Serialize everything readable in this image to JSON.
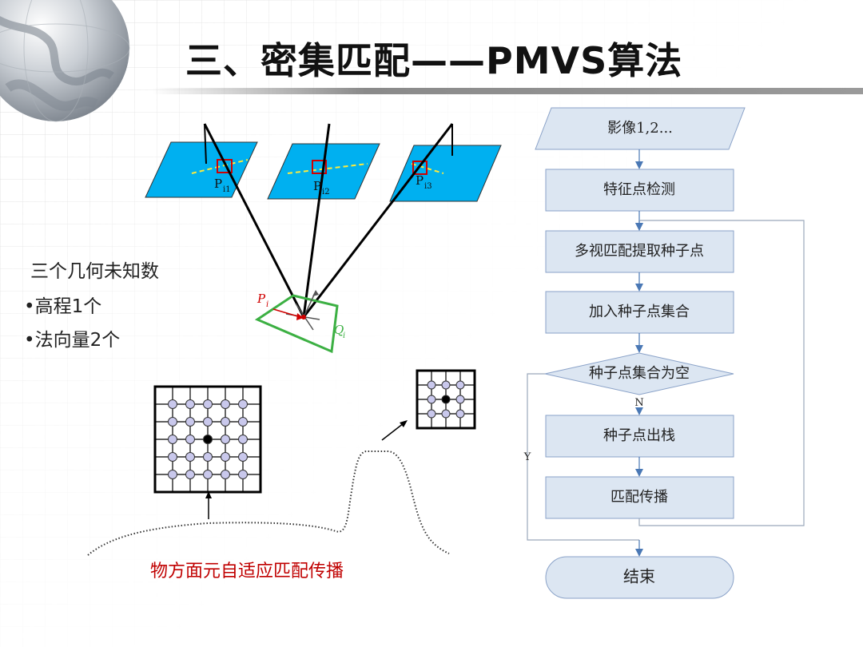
{
  "title": "三、密集匹配——PMVS算法",
  "left_text": {
    "unknowns_heading": "三个几何未知数",
    "bullet1": "•高程1个",
    "bullet2": "•法向量2个"
  },
  "camera_labels": {
    "p1": "P",
    "p1_sub": "i1",
    "p2": "P",
    "p2_sub": "i2",
    "p3": "P",
    "p3_sub": "i3"
  },
  "patch_labels": {
    "point": "P",
    "point_sub": "i",
    "patch": "Q",
    "patch_sub": "i"
  },
  "propagation_caption": "物方面元自适应匹配传播",
  "flowchart": {
    "input": "影像1,2...",
    "step1": "特征点检测",
    "step2": "多视匹配提取种子点",
    "step3": "加入种子点集合",
    "decision": "种子点集合为空",
    "no_label": "N",
    "yes_label": "Y",
    "step4": "种子点出栈",
    "step5": "匹配传播",
    "end": "结束"
  },
  "colors": {
    "image_plane": "#00b0f0",
    "flow_box": "#dce6f2",
    "flow_border": "#8aa2c8",
    "arrow": "#4a78b5",
    "patch_green": "#3cb043",
    "caption_red": "#c00000",
    "grid_node": "#c9c8ec"
  }
}
